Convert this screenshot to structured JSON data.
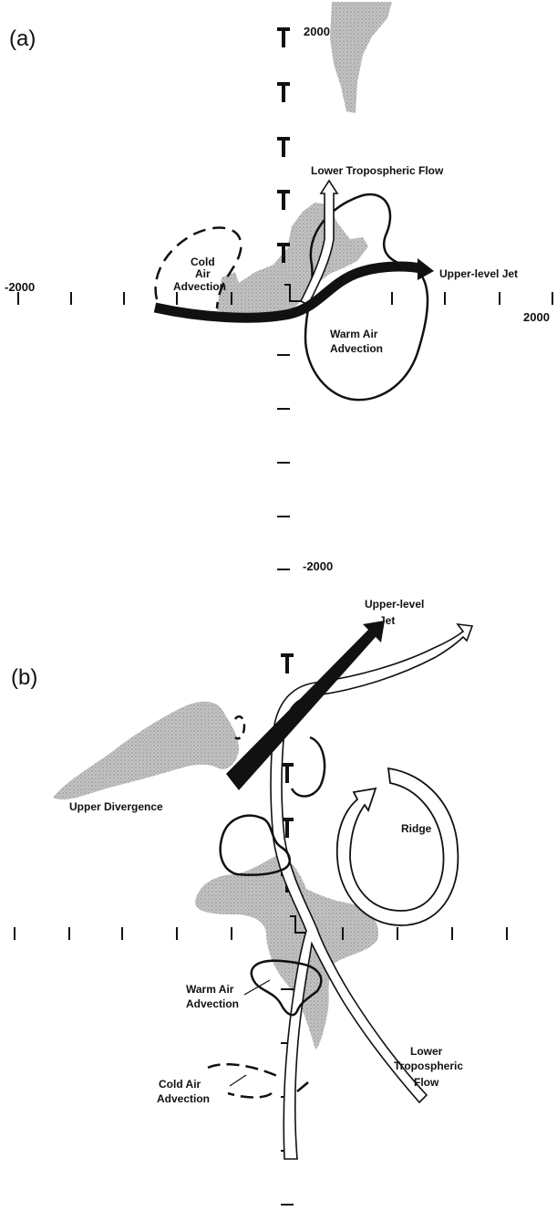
{
  "panel_a": {
    "panel_label": "(a)",
    "axis_labels": {
      "y_top": "2000",
      "x_left": "-2000",
      "x_right": "2000",
      "y_bottom": "-2000"
    },
    "labels": {
      "lower_flow": "Lower Tropospheric Flow",
      "cold_air_1": "Cold",
      "cold_air_2": "Air",
      "cold_air_3": "Advection",
      "jet": "Upper-level Jet",
      "warm_air_1": "Warm Air",
      "warm_air_2": "Advection"
    }
  },
  "panel_b": {
    "panel_label": "(b)",
    "labels": {
      "jet_1": "Upper-level",
      "jet_2": "Jet",
      "upper_div": "Upper Divergence",
      "ridge": "Ridge",
      "warm_air_1": "Warm Air",
      "warm_air_2": "Advection",
      "cold_air_1": "Cold Air",
      "cold_air_2": "Advection",
      "lower_flow_1": "Lower",
      "lower_flow_2": "Tropospheric",
      "lower_flow_3": "Flow"
    }
  },
  "colors": {
    "shade": "#b5b5b5",
    "ink": "#111111"
  }
}
